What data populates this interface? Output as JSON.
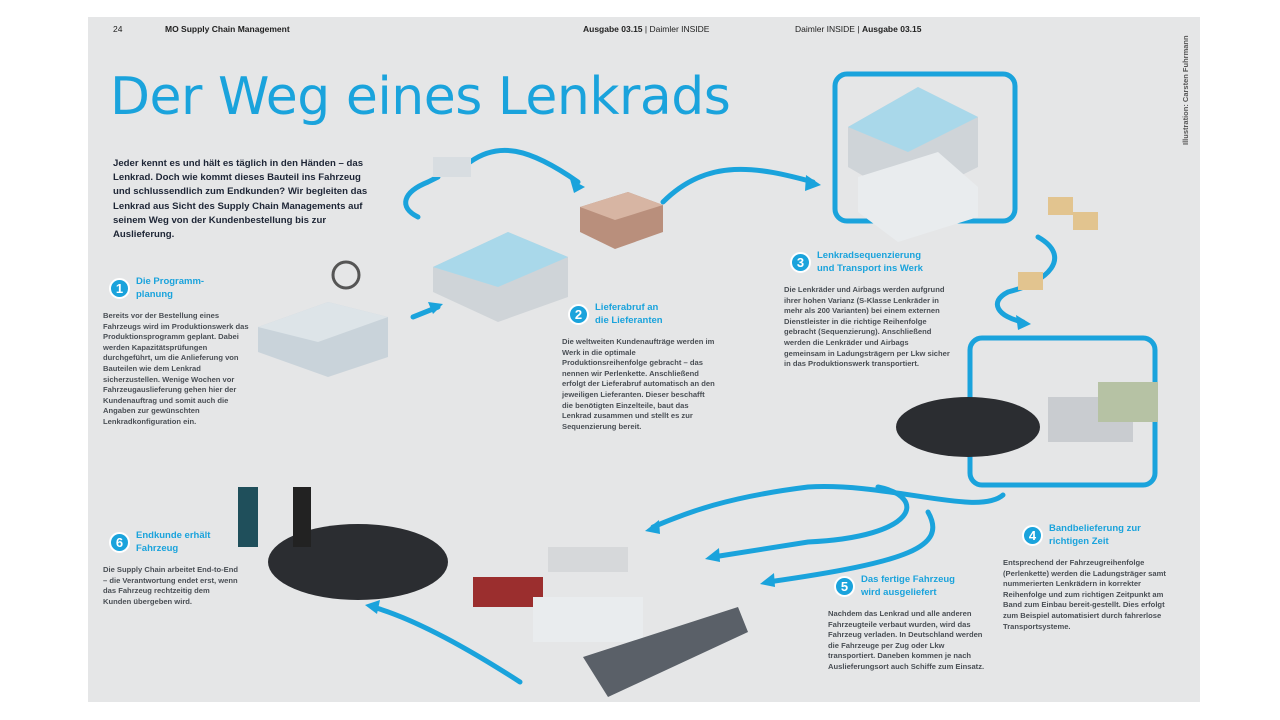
{
  "header": {
    "page_number": "24",
    "section": "MO Supply Chain Management",
    "left_issue": "Ausgabe 03.15",
    "left_magazine": "Daimler INSIDE",
    "right_magazine": "Daimler INSIDE",
    "right_issue": "Ausgabe 03.15",
    "separator": "|"
  },
  "credit": "Illustration: Carsten Fuhrmann",
  "title": "Der Weg eines Lenkrads",
  "intro": "Jeder kennt es und hält es täglich in den Händen – das Lenkrad. Doch wie kommt dieses Bauteil ins Fahrzeug und schlussendlich zum Endkunden? Wir begleiten das Lenkrad aus Sicht des Supply Chain Managements auf seinem Weg von der Kundenbestellung bis zur Auslieferung.",
  "steps": [
    {
      "number": "1",
      "title_1": "Die Programm-",
      "title_2": "planung",
      "text": "Bereits vor der Bestellung eines Fahrzeugs wird im Produktionswerk das Produktionsprogramm geplant. Dabei werden Kapazitätsprüfungen durchgeführt, um die Anlieferung von Bauteilen wie dem Lenkrad sicherzustellen. Wenige Wochen vor Fahrzeugauslieferung gehen hier der Kundenauftrag und somit auch die Angaben zur gewünschten Lenkradkonfiguration ein."
    },
    {
      "number": "2",
      "title_1": "Lieferabruf an",
      "title_2": "die Lieferanten",
      "text": "Die weltweiten Kundenaufträge werden im Werk in die optimale Produktionsreihenfolge gebracht – das nennen wir Perlenkette. Anschließend erfolgt der Lieferabruf automatisch an den jeweiligen Lieferanten. Dieser beschafft die benötigten Einzelteile, baut das Lenkrad zusammen und stellt es zur Sequenzierung bereit."
    },
    {
      "number": "3",
      "title_1": "Lenkradsequenzierung",
      "title_2": "und Transport ins Werk",
      "text": "Die Lenkräder und Airbags werden aufgrund ihrer hohen Varianz (S-Klasse Lenkräder in mehr als 200 Varianten) bei einem externen Dienstleister in die richtige Reihenfolge gebracht (Sequenzierung). Anschließend werden die Lenkräder und Airbags gemeinsam in Ladungsträgern per Lkw sicher in das Produktionswerk transportiert."
    },
    {
      "number": "4",
      "title_1": "Bandbelieferung zur",
      "title_2": "richtigen Zeit",
      "text": "Entsprechend der Fahrzeugreihenfolge (Perlenkette) werden die Ladungsträger samt nummerierten Lenkrädern in korrekter Reihenfolge und zum richtigen Zeitpunkt am Band zum Einbau bereit-gestellt. Dies erfolgt zum Beispiel automatisiert durch fahrerlose Transportsysteme."
    },
    {
      "number": "5",
      "title_1": "Das fertige Fahrzeug",
      "title_2": "wird ausgeliefert",
      "text": "Nachdem das Lenkrad und alle anderen Fahrzeugteile verbaut wurden, wird das Fahrzeug verladen. In Deutschland werden die Fahrzeuge per Zug oder Lkw transportiert. Daneben kommen je nach Auslieferungsort auch Schiffe zum Einsatz."
    },
    {
      "number": "6",
      "title_1": "Endkunde erhält",
      "title_2": "Fahrzeug",
      "text": "Die Supply Chain arbeitet End-to-End – die Verantwortung endet erst, wenn das Fahrzeug rechtzeitig dem Kunden übergeben wird."
    }
  ],
  "colors": {
    "accent": "#1aa3dc",
    "page": "#e5e6e7",
    "text": "#1d2535"
  }
}
